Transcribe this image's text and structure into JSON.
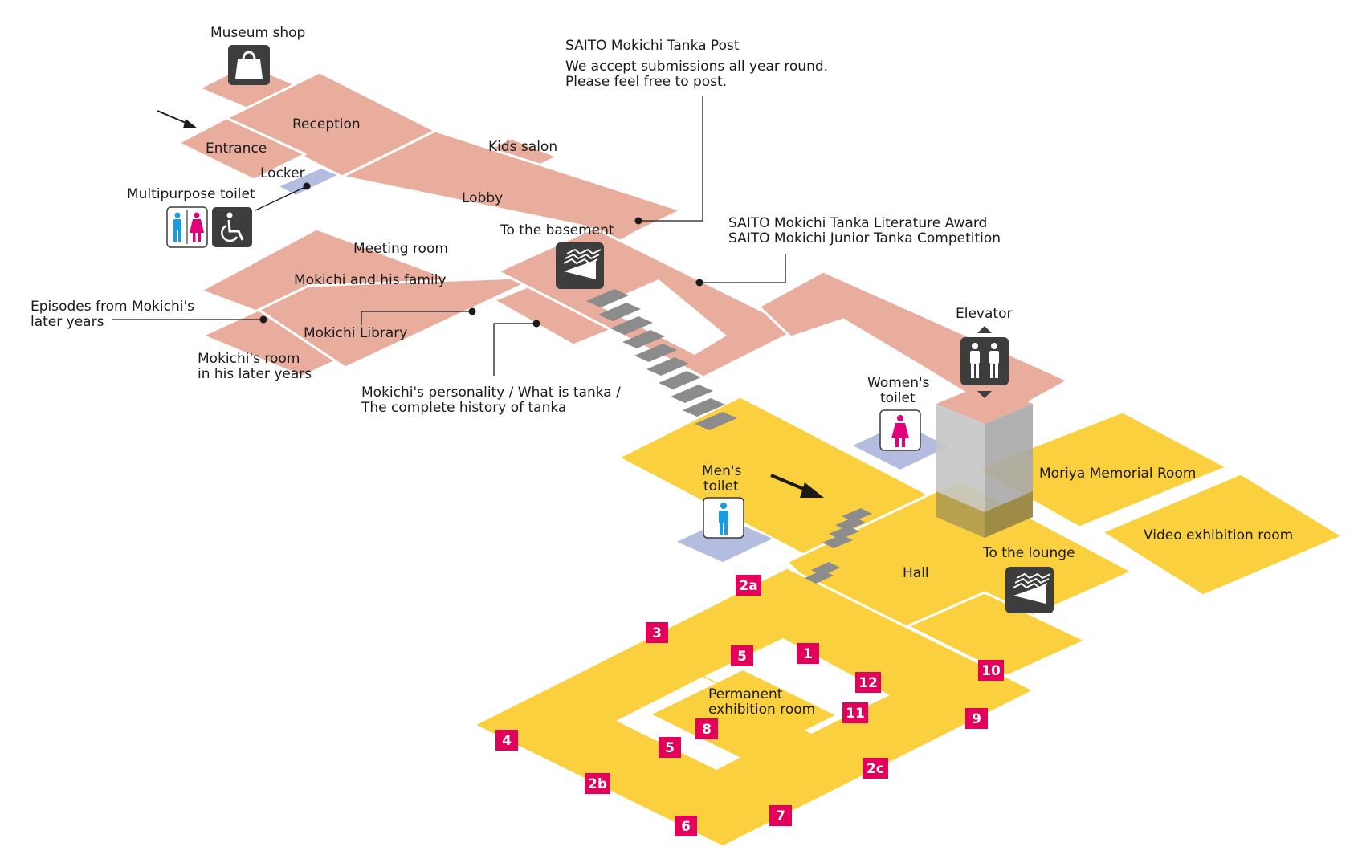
{
  "labels": {
    "museum_shop": "Museum shop",
    "reception": "Reception",
    "entrance": "Entrance",
    "locker": "Locker",
    "multipurpose_toilet": "Multipurpose toilet",
    "kids_salon": "Kids salon",
    "lobby": "Lobby",
    "to_basement": "To the basement",
    "meeting_room": "Meeting room",
    "mokichi_family": "Mokichi and his family",
    "episodes_1": "Episodes from Mokichi's",
    "episodes_2": "later years",
    "mokichi_library": "Mokichi Library",
    "mokichi_room_1": "Mokichi's room",
    "mokichi_room_2": "in his later years",
    "personality_1": "Mokichi's personality / What is tanka /",
    "personality_2": "The complete history of tanka",
    "post_title": "SAITO Mokichi Tanka Post",
    "post_line1": "We accept submissions all year round.",
    "post_line2": "Please feel free to post.",
    "award_1": "SAITO Mokichi Tanka Literature Award",
    "award_2": "SAITO Mokichi Junior Tanka Competition",
    "elevator": "Elevator",
    "womens_toilet_1": "Women's",
    "womens_toilet_2": "toilet",
    "mens_toilet_1": "Men's",
    "mens_toilet_2": "toilet",
    "moriya": "Moriya Memorial Room",
    "video_room": "Video exhibition room",
    "to_lounge": "To the lounge",
    "hall": "Hall",
    "permanent_1": "Permanent",
    "permanent_2": "exhibition room"
  },
  "markers": [
    "1",
    "2a",
    "2b",
    "2c",
    "3",
    "4",
    "5",
    "5",
    "6",
    "7",
    "8",
    "9",
    "10",
    "11",
    "12"
  ],
  "colors": {
    "upper_floor": "#e9ad9e",
    "lower_floor": "#fbd03f",
    "marker": "#e2005a",
    "icon_bg": "#3d3d3d",
    "toilet_pad": "#b4bde0"
  },
  "icons": [
    "shopping-bag-icon",
    "stairs-icon",
    "elevator-icon",
    "toilet-icon",
    "wheelchair-icon",
    "mens-toilet-icon",
    "womens-toilet-icon",
    "arrow-icon"
  ]
}
